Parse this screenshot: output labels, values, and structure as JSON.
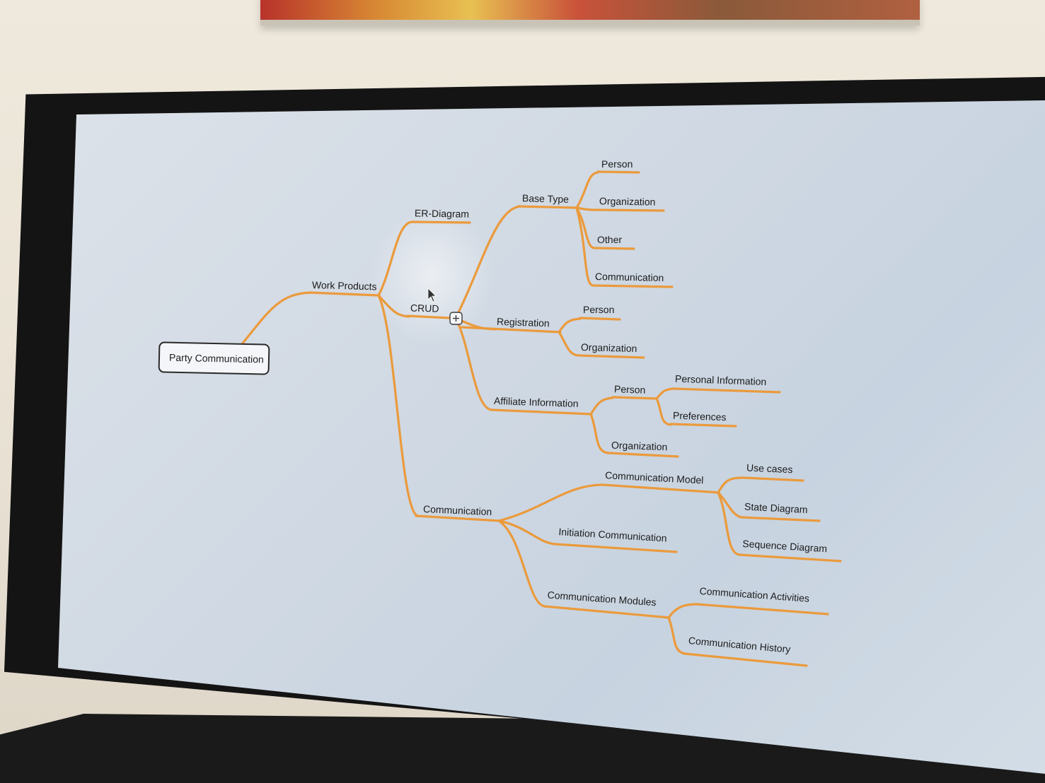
{
  "mindmap": {
    "root": "Party Communication",
    "work_products": "Work Products",
    "er_diagram": "ER-Diagram",
    "crud": "CRUD",
    "base_type": "Base Type",
    "base_type_person": "Person",
    "base_type_organization": "Organization",
    "base_type_other": "Other",
    "base_type_communication": "Communication",
    "registration": "Registration",
    "registration_person": "Person",
    "registration_organization": "Organization",
    "affiliate_information": "Affiliate Information",
    "affiliate_person": "Person",
    "personal_information": "Personal Information",
    "preferences": "Preferences",
    "affiliate_organization": "Organization",
    "communication": "Communication",
    "communication_model": "Communication Model",
    "use_cases": "Use cases",
    "state_diagram": "State Diagram",
    "sequence_diagram": "Sequence Diagram",
    "initiation_communication": "Initiation Communication",
    "communication_modules": "Communication Modules",
    "communication_activities": "Communication Activities",
    "communication_history": "Communication History"
  },
  "colors": {
    "branch": "#eb9a3c",
    "text": "#1c1c1c",
    "screen": "#d2dae4"
  }
}
